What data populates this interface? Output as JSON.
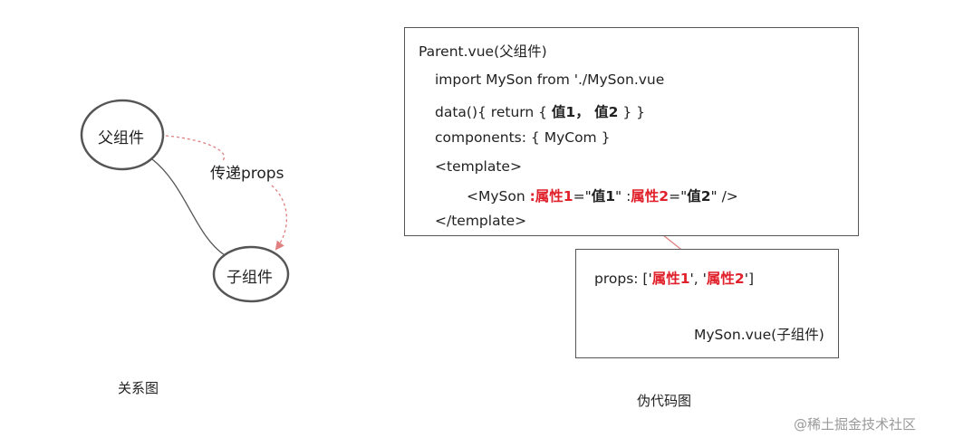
{
  "relation_diagram": {
    "parent_node": "父组件",
    "child_node": "子组件",
    "edge_label": "传递props",
    "caption": "关系图"
  },
  "pseudo_code": {
    "parent_box": {
      "title": "Parent.vue(父组件)",
      "import_line": "import MySon from './MySon.vue",
      "data_prefix": "data(){ return   { ",
      "data_val1": "值1",
      "data_sep": "，  ",
      "data_val2": "值2",
      "data_suffix": " }          }",
      "components_line": "components: { MyCom }",
      "template_open": "<template>",
      "myson_prefix": "<MySon ",
      "attr1": ":属性1",
      "eq1": "=\"",
      "val1": "值1",
      "mid": "\" :",
      "attr2": "属性2",
      "eq2": "=\"",
      "val2": "值2",
      "myson_suffix": "\"    />",
      "template_close": "</template>"
    },
    "child_box": {
      "props_prefix": "props: ['",
      "prop1": "属性1",
      "props_mid": "', '",
      "prop2": "属性2",
      "props_suffix": "']",
      "title": "MySon.vue(子组件)"
    },
    "caption": "伪代码图"
  },
  "watermark": "@稀土掘金技术社区",
  "colors": {
    "highlight": "#e0202a",
    "arrow": "#e08080",
    "node_border": "#555555"
  }
}
